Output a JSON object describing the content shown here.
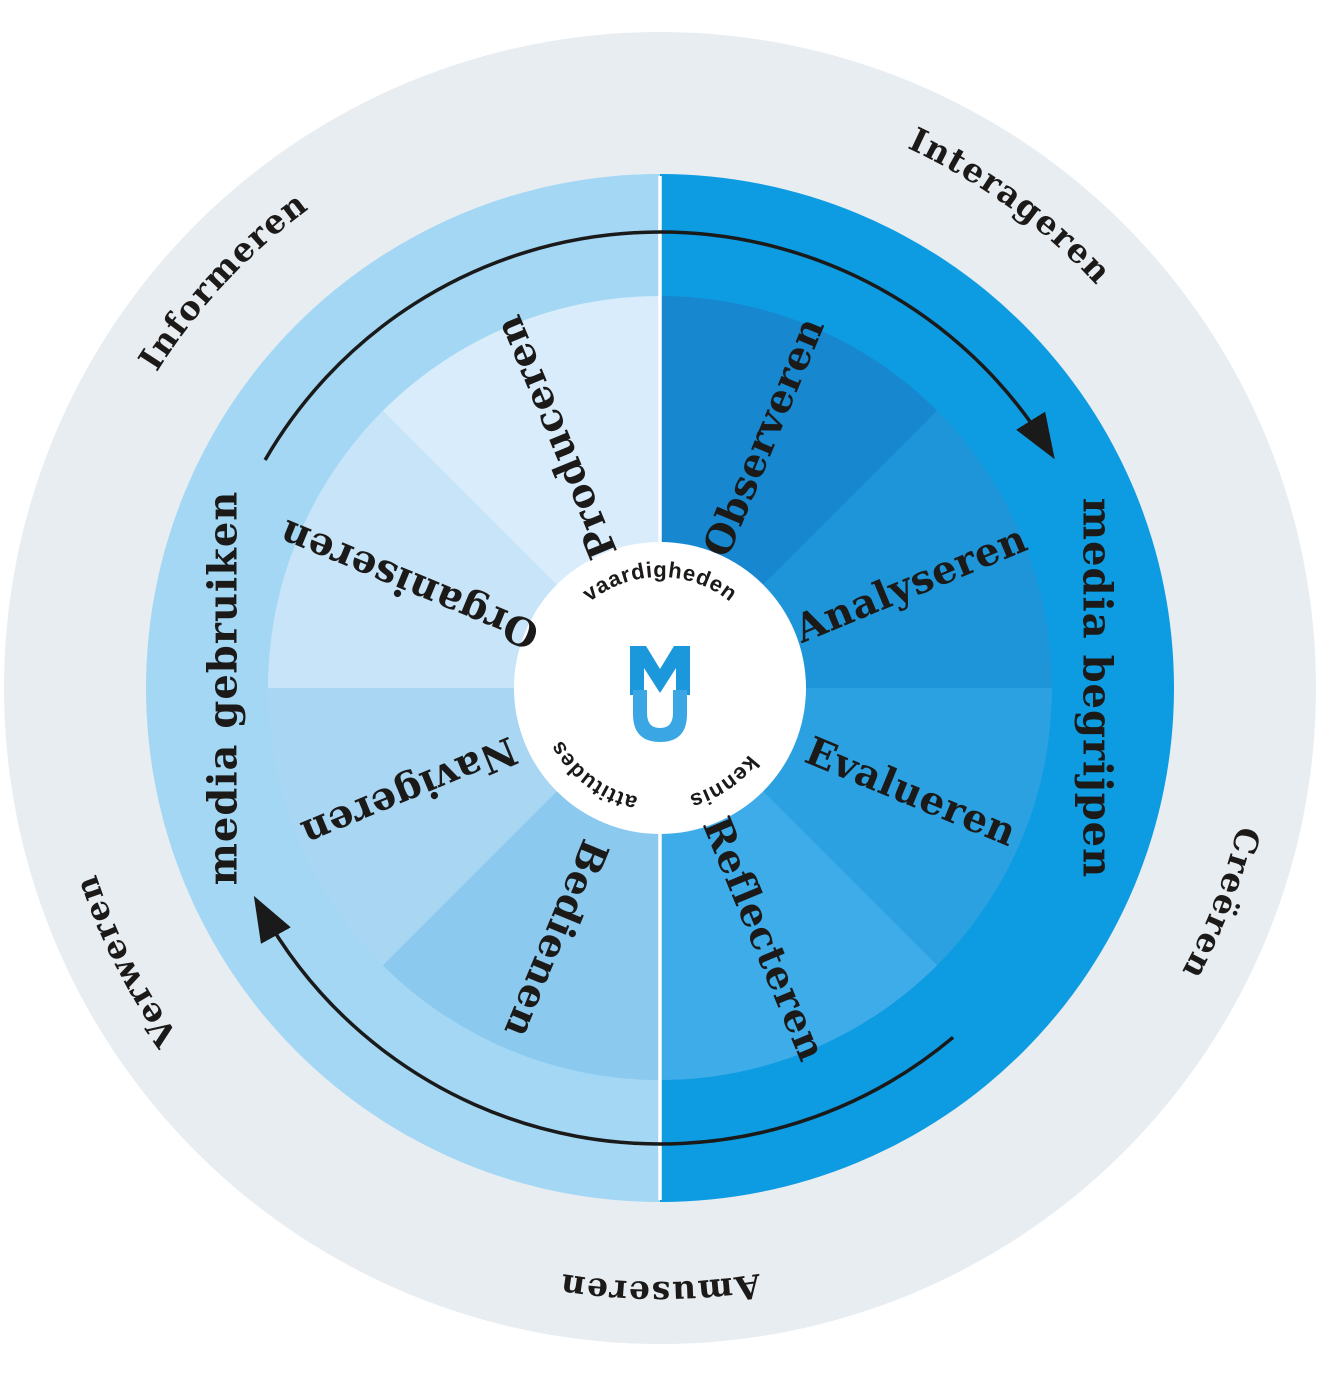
{
  "wheel": {
    "core": {
      "skills_label": "vaardigheden",
      "knowledge_label": "kennis",
      "attitudes_label": "attitudes"
    },
    "right_half": {
      "band_label": "media begrijpen",
      "competences": [
        {
          "label": "Observeren"
        },
        {
          "label": "Analyseren"
        },
        {
          "label": "Evalueren"
        },
        {
          "label": "Reflecteren"
        }
      ]
    },
    "left_half": {
      "band_label": "media gebruiken",
      "competences": [
        {
          "label": "Produceren"
        },
        {
          "label": "Organiseren"
        },
        {
          "label": "Navigeren"
        },
        {
          "label": "Bedienen"
        }
      ]
    },
    "media_activities": [
      {
        "label": "Informeren"
      },
      {
        "label": "Interageren"
      },
      {
        "label": "Creëren"
      },
      {
        "label": "Amuseren"
      },
      {
        "label": "Verweren"
      }
    ],
    "colors": {
      "outer_ring": "#e8edf2",
      "right_band": "#0d9ce1",
      "right_wedges": [
        "#1787d0",
        "#1e95d9",
        "#2ba1e2",
        "#3facea"
      ],
      "left_band": "#a3d7f4",
      "left_wedges": [
        "#d8ecfb",
        "#c7e4f8",
        "#a9d6f3",
        "#8bc9ef"
      ],
      "text": "#1b1a18",
      "arrow": "#1a1a1a",
      "divider": "#ffffff",
      "core_bg": "#ffffff",
      "logo_blue": "#1b97dc",
      "logo_blue_light": "#3aa6e4"
    }
  }
}
